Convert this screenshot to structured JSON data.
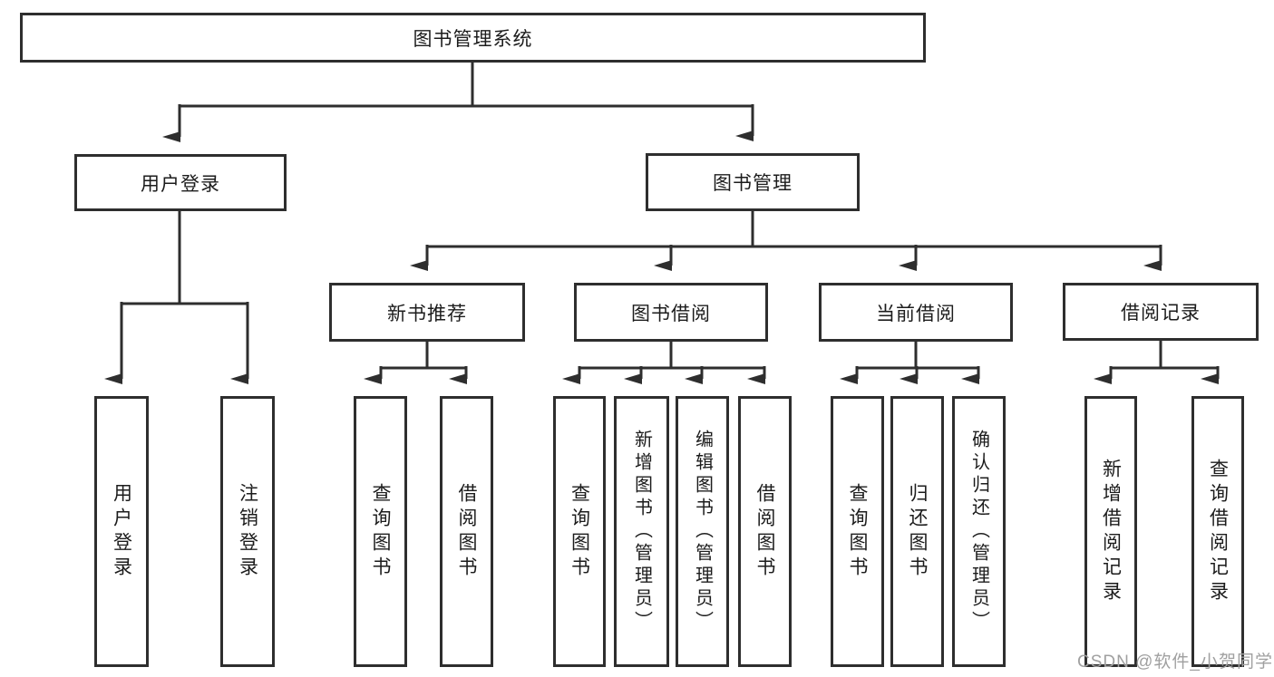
{
  "tree": {
    "label": "图书管理系统",
    "children": [
      {
        "label": "用户登录",
        "children": [
          {
            "label": "用户登录"
          },
          {
            "label": "注销登录"
          }
        ]
      },
      {
        "label": "图书管理",
        "children": [
          {
            "label": "新书推荐",
            "children": [
              {
                "label": "查询图书"
              },
              {
                "label": "借阅图书"
              }
            ]
          },
          {
            "label": "图书借阅",
            "children": [
              {
                "label": "查询图书"
              },
              {
                "label": "新增图书（管理员）"
              },
              {
                "label": "编辑图书（管理员）"
              },
              {
                "label": "借阅图书"
              }
            ]
          },
          {
            "label": "当前借阅",
            "children": [
              {
                "label": "查询图书"
              },
              {
                "label": "归还图书"
              },
              {
                "label": "确认归还（管理员）"
              }
            ]
          },
          {
            "label": "借阅记录",
            "children": [
              {
                "label": "新增借阅记录"
              },
              {
                "label": "查询借阅记录"
              }
            ]
          }
        ]
      }
    ]
  },
  "watermark": {
    "text": "CSDN @软件_小贺同学"
  },
  "colors": {
    "line": "#2e2e2e",
    "box_border": "#2e2e2e",
    "text": "#1c1c1c",
    "watermark": "#a0a0a0",
    "background": "#ffffff"
  }
}
